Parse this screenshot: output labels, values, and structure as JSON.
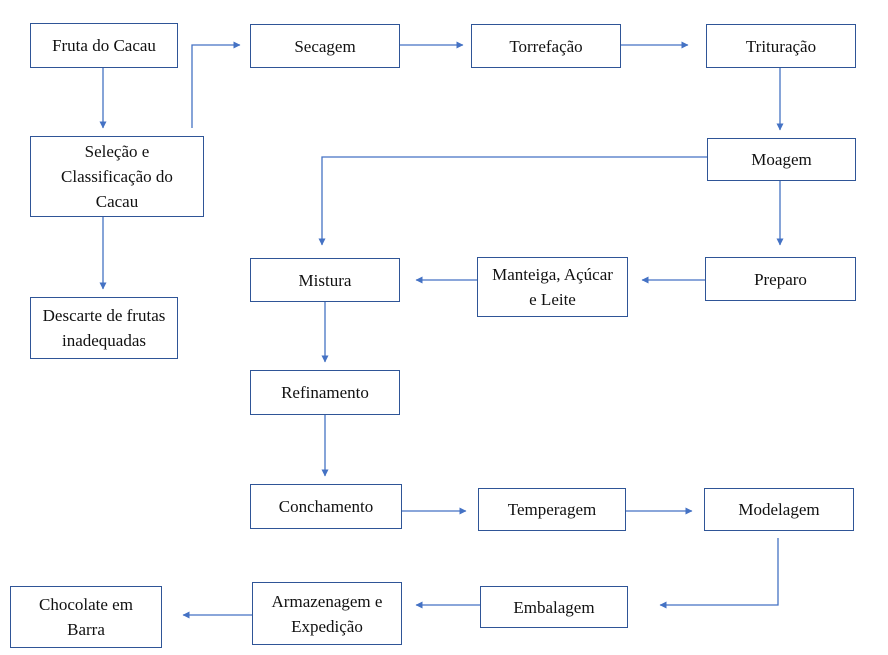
{
  "diagram": {
    "nodes": {
      "fruta": "Fruta do Cacau",
      "selecao": "Seleção e\nClassificação do\nCacau",
      "descarte": "Descarte de frutas\ninadequadas",
      "secagem": "Secagem",
      "torrefacao": "Torrefação",
      "trituracao": "Trituração",
      "moagem": "Moagem",
      "preparo": "Preparo",
      "manteiga": "Manteiga, Açúcar\ne Leite",
      "mistura": "Mistura",
      "refinamento": "Refinamento",
      "conchamento": "Conchamento",
      "temperagem": "Temperagem",
      "modelagem": "Modelagem",
      "embalagem": "Embalagem",
      "armazenagem": "Armazenagem e\nExpedição",
      "chocolate": "Chocolate em\nBarra"
    },
    "edges": [
      {
        "from": "fruta",
        "to": "selecao"
      },
      {
        "from": "selecao",
        "to": "descarte"
      },
      {
        "from": "selecao",
        "to": "secagem"
      },
      {
        "from": "secagem",
        "to": "torrefacao"
      },
      {
        "from": "torrefacao",
        "to": "trituracao"
      },
      {
        "from": "trituracao",
        "to": "moagem"
      },
      {
        "from": "moagem",
        "to": "preparo"
      },
      {
        "from": "moagem",
        "to": "mistura"
      },
      {
        "from": "preparo",
        "to": "manteiga"
      },
      {
        "from": "manteiga",
        "to": "mistura"
      },
      {
        "from": "mistura",
        "to": "refinamento"
      },
      {
        "from": "refinamento",
        "to": "conchamento"
      },
      {
        "from": "conchamento",
        "to": "temperagem"
      },
      {
        "from": "temperagem",
        "to": "modelagem"
      },
      {
        "from": "modelagem",
        "to": "embalagem"
      },
      {
        "from": "embalagem",
        "to": "armazenagem"
      },
      {
        "from": "armazenagem",
        "to": "chocolate"
      }
    ],
    "colors": {
      "box_border": "#2f5597",
      "arrow": "#4472c4"
    }
  }
}
